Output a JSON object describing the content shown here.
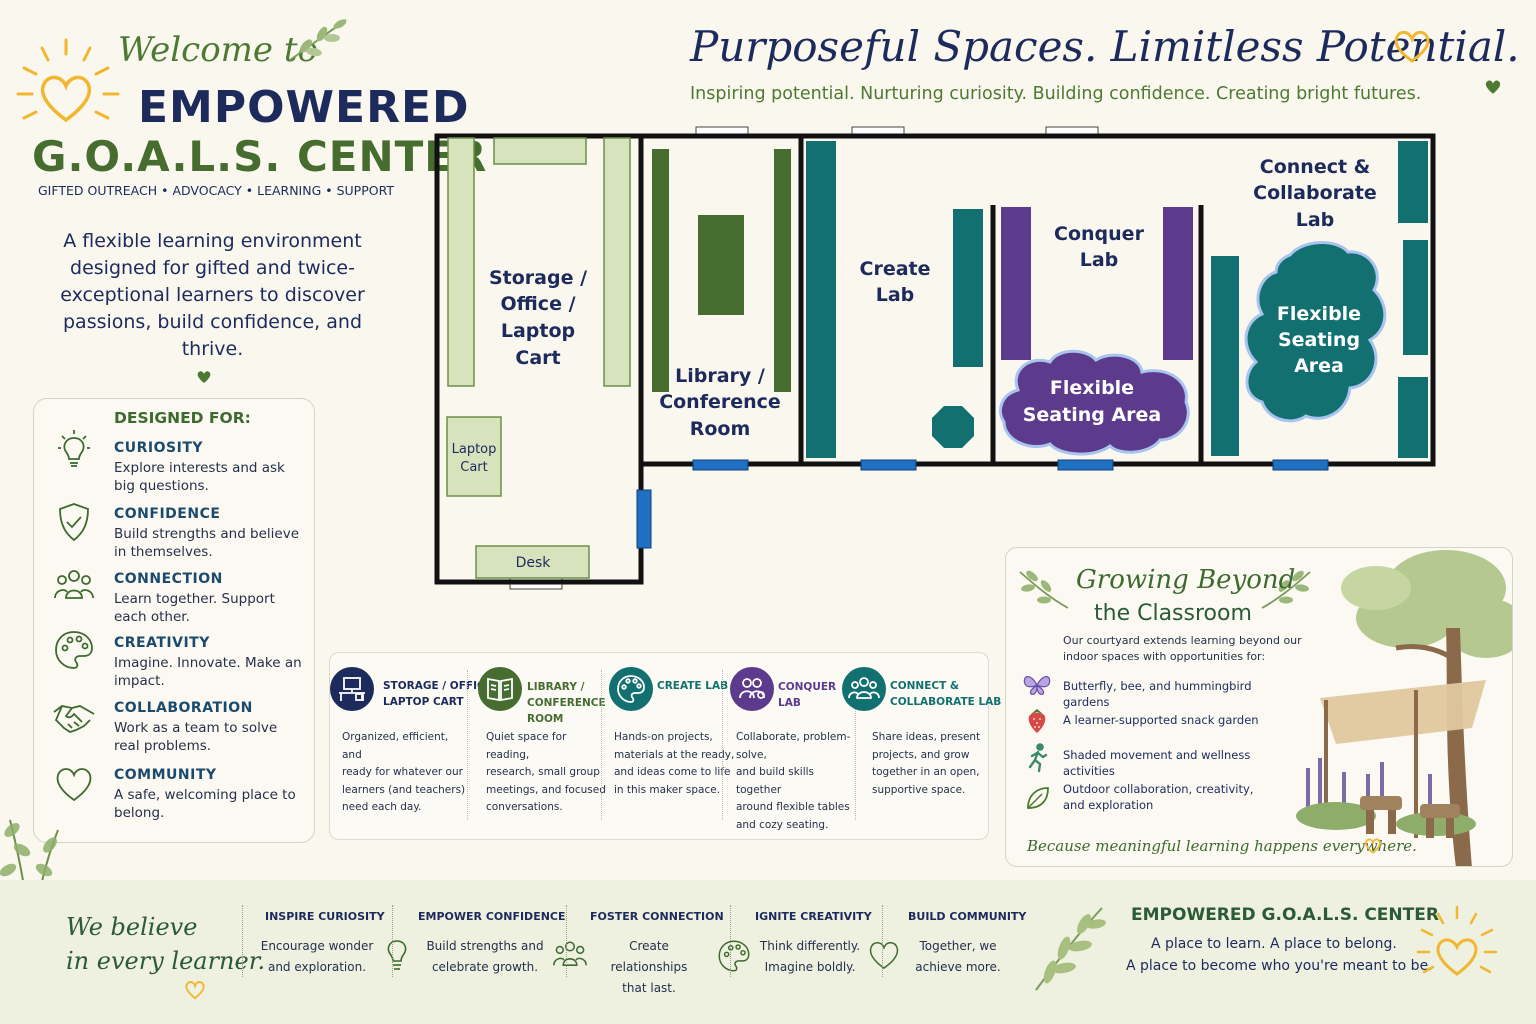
{
  "header": {
    "welcome": "Welcome to",
    "title_line1": "EMPOWERED",
    "title_line2": "G.O.A.L.S. CENTER",
    "tagline": "GIFTED OUTREACH • ADVOCACY • LEARNING • SUPPORT",
    "intro": "A flexible learning environment designed for gifted and twice-exceptional learners to discover passions, build confidence, and thrive.",
    "headline": "Purposeful Spaces. Limitless Potential.",
    "subhead": "Inspiring potential.  Nurturing curiosity.  Building confidence. Creating bright futures."
  },
  "designed_for": {
    "title": "DESIGNED FOR:",
    "items": [
      {
        "heading": "CURIOSITY",
        "text": "Explore interests and ask big questions.",
        "icon": "lightbulb-icon"
      },
      {
        "heading": "CONFIDENCE",
        "text": "Build strengths and believe in themselves.",
        "icon": "shield-check-icon"
      },
      {
        "heading": "CONNECTION",
        "text": "Learn together. Support each other.",
        "icon": "people-icon"
      },
      {
        "heading": "CREATIVITY",
        "text": "Imagine. Innovate. Make an impact.",
        "icon": "palette-icon"
      },
      {
        "heading": "COLLABORATION",
        "text": "Work as a team to solve real problems.",
        "icon": "handshake-icon"
      },
      {
        "heading": "COMMUNITY",
        "text": "A safe, welcoming place to belong.",
        "icon": "heart-icon"
      }
    ]
  },
  "floor_plan": {
    "storage": [
      "Storage /",
      "Office /",
      "Laptop",
      "Cart"
    ],
    "laptop_cart": [
      "Laptop",
      "Cart"
    ],
    "desk": "Desk",
    "library": [
      "Library /",
      "Conference",
      "Room"
    ],
    "create": [
      "Create",
      "Lab"
    ],
    "conquer": [
      "Conquer",
      "Lab"
    ],
    "connect": [
      "Connect &",
      "Collaborate",
      "Lab"
    ],
    "flex_seating_conquer": [
      "Flexible",
      "Seating Area"
    ],
    "flex_seating_connect": [
      "Flexible",
      "Seating",
      "Area"
    ]
  },
  "legend": [
    {
      "title": "STORAGE / OFFICE / LAPTOP CART",
      "title_lines": [
        "STORAGE / OFFICE /",
        "LAPTOP CART"
      ],
      "desc_lines": [
        "Organized, efficient, and",
        "ready for whatever our",
        "learners (and teachers)",
        "need each day."
      ],
      "color": "#1d2a5c",
      "icon": "desk-computer-icon"
    },
    {
      "title": "LIBRARY / CONFERENCE ROOM",
      "title_lines": [
        "LIBRARY /",
        "CONFERENCE",
        "ROOM"
      ],
      "desc_lines": [
        "Quiet space for reading,",
        "research, small group",
        "meetings, and focused",
        "conversations."
      ],
      "color": "#466c2f",
      "icon": "book-icon"
    },
    {
      "title": "CREATE LAB",
      "title_lines": [
        "CREATE LAB"
      ],
      "desc_lines": [
        "Hands-on projects,",
        "materials at the ready,",
        "and ideas come to life",
        "in this maker space."
      ],
      "color": "#127070",
      "icon": "palette-icon"
    },
    {
      "title": "CONQUER LAB",
      "title_lines": [
        "CONQUER",
        "LAB"
      ],
      "desc_lines": [
        "Collaborate, problem-solve,",
        "and build skills together",
        "around flexible tables",
        "and cozy seating."
      ],
      "color": "#5c3a8c",
      "icon": "team-icon"
    },
    {
      "title": "CONNECT & COLLABORATE LAB",
      "title_lines": [
        "CONNECT &",
        "COLLABORATE LAB"
      ],
      "desc_lines": [
        "Share ideas, present",
        "projects, and grow",
        "together in an open,",
        "supportive space."
      ],
      "color": "#127070",
      "icon": "people-icon"
    }
  ],
  "courtyard": {
    "heading1": "Growing Beyond",
    "heading2": "the Classroom",
    "intro": "Our courtyard extends learning beyond our indoor spaces with opportunities for:",
    "items": [
      {
        "text": "Butterfly, bee, and hummingbird gardens",
        "icon": "butterfly-icon"
      },
      {
        "text": "A learner-supported snack garden",
        "icon": "strawberry-icon"
      },
      {
        "text": "Shaded movement and wellness activities",
        "icon": "running-person-icon"
      },
      {
        "text": "Outdoor collaboration, creativity, and exploration",
        "icon": "leaf-icon"
      }
    ],
    "footer": "Because meaningful learning happens everywhere."
  },
  "footer": {
    "believe_line1": "We believe",
    "believe_line2": "in every learner.",
    "pillars": [
      {
        "title": "INSPIRE CURIOSITY",
        "line1": "Encourage wonder",
        "line2": "and exploration.",
        "icon": "lightbulb-icon"
      },
      {
        "title": "EMPOWER CONFIDENCE",
        "line1": "Build strengths and",
        "line2": "celebrate growth.",
        "icon": "people-icon"
      },
      {
        "title": "FOSTER CONNECTION",
        "line1": "Create relationships",
        "line2": "that last.",
        "icon": "palette-icon"
      },
      {
        "title": "IGNITE CREATIVITY",
        "line1": "Think differently.",
        "line2": "Imagine boldly.",
        "icon": "heart-icon"
      },
      {
        "title": "BUILD COMMUNITY",
        "line1": "Together, we",
        "line2": "achieve more.",
        "icon": "heart-icon"
      }
    ],
    "brand": "EMPOWERED G.O.A.L.S. CENTER",
    "motto1": "A place to learn.  A place to belong.",
    "motto2": "A place to become who you're meant to be."
  },
  "colors": {
    "navy": "#1d2a5c",
    "green": "#466c2f",
    "teal": "#127070",
    "purple": "#5c3a8c",
    "light_green": "#d6e3bd",
    "cream": "#faf7ee"
  }
}
